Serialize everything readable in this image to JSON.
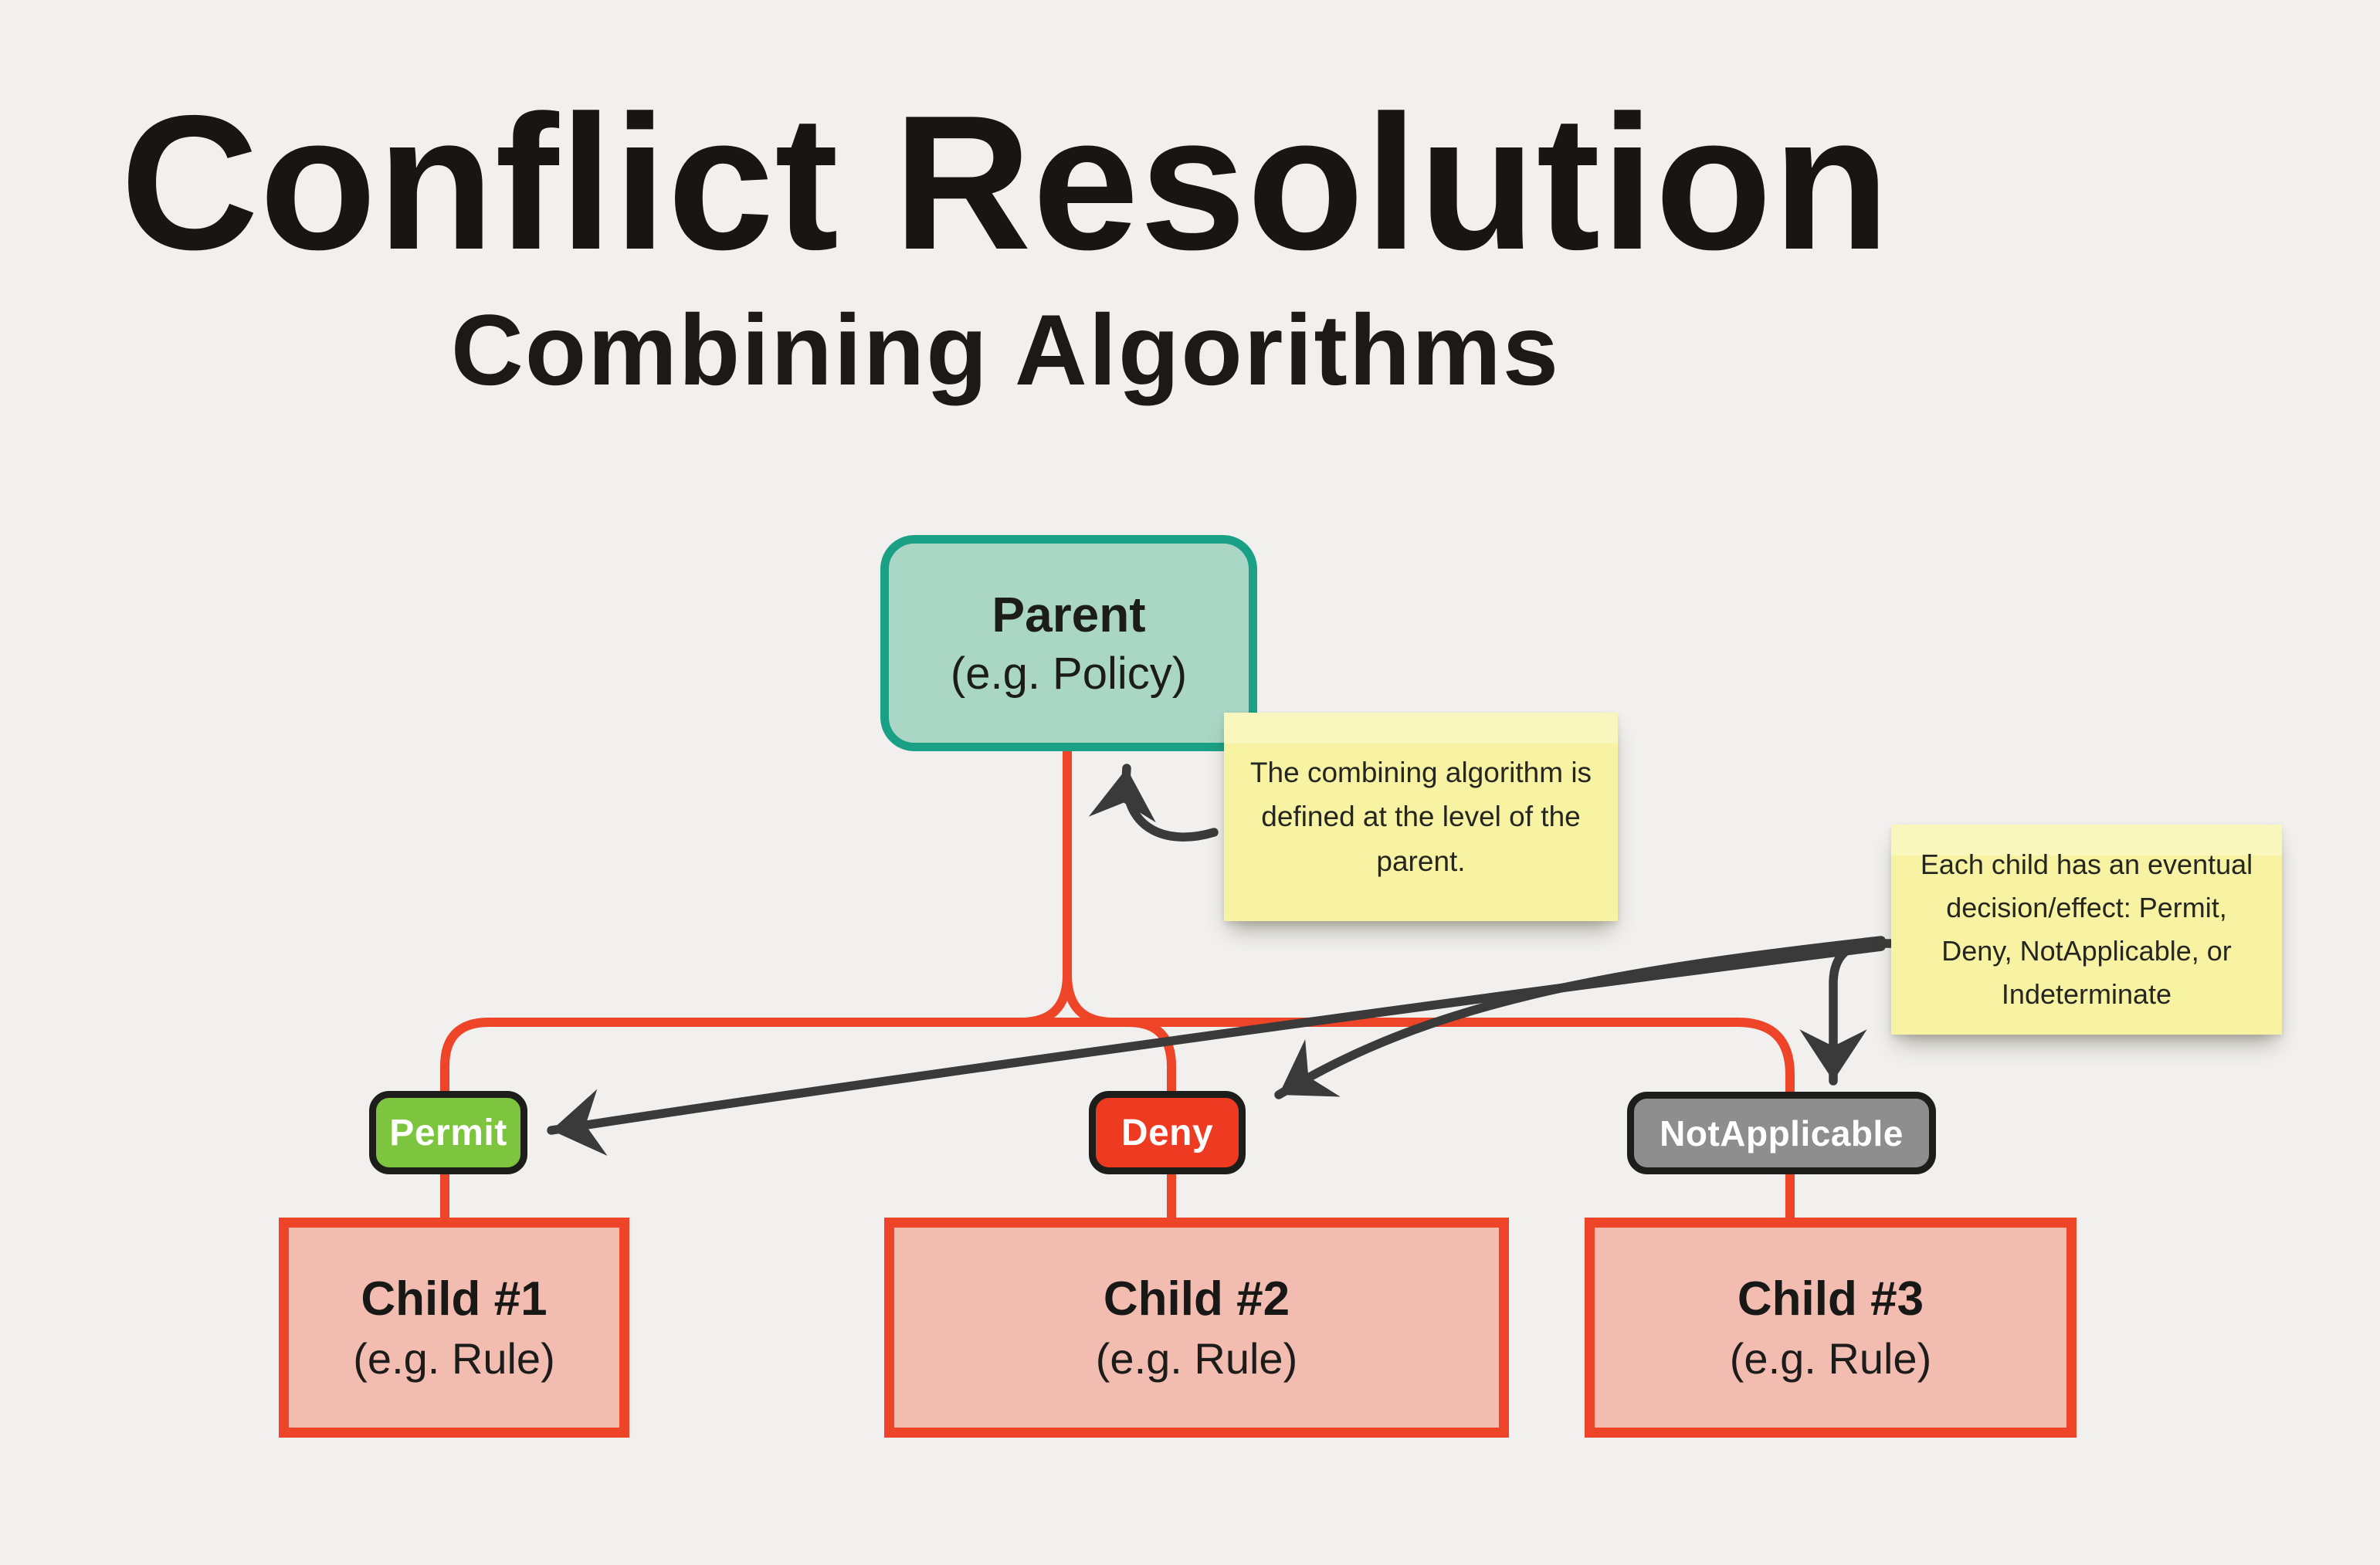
{
  "header": {
    "title": "Conflict Resolution",
    "subtitle": "Combining Algorithms"
  },
  "diagram": {
    "parent": {
      "title": "Parent",
      "subtitle": "(e.g. Policy)",
      "fill": "#aad6c6",
      "border": "#1aa185"
    },
    "notes": [
      {
        "text": "The combining algorithm is defined at the level of the parent.",
        "fill": "#f7f3a3"
      },
      {
        "text": "Each child has an eventual decision/effect: Permit, Deny, NotApplicable, or Indeterminate",
        "fill": "#f7f3a3"
      }
    ],
    "branches": [
      {
        "badge": "Permit",
        "badge_fill": "#7dc53f",
        "child_title": "Child #1",
        "child_subtitle": "(e.g. Rule)"
      },
      {
        "badge": "Deny",
        "badge_fill": "#ee3a21",
        "child_title": "Child #2",
        "child_subtitle": "(e.g. Rule)"
      },
      {
        "badge": "NotApplicable",
        "badge_fill": "#8e8e8e",
        "child_title": "Child #3",
        "child_subtitle": "(e.g. Rule)"
      }
    ],
    "colors": {
      "background": "#f1f0ee",
      "connector": "#ee4427",
      "child_fill": "#f2bcb0",
      "child_border": "#ee4427",
      "badge_border": "#1d1d1b",
      "badge_text": "#ffffff",
      "arrow": "#3a3a3a",
      "title_text": "#171615"
    }
  }
}
